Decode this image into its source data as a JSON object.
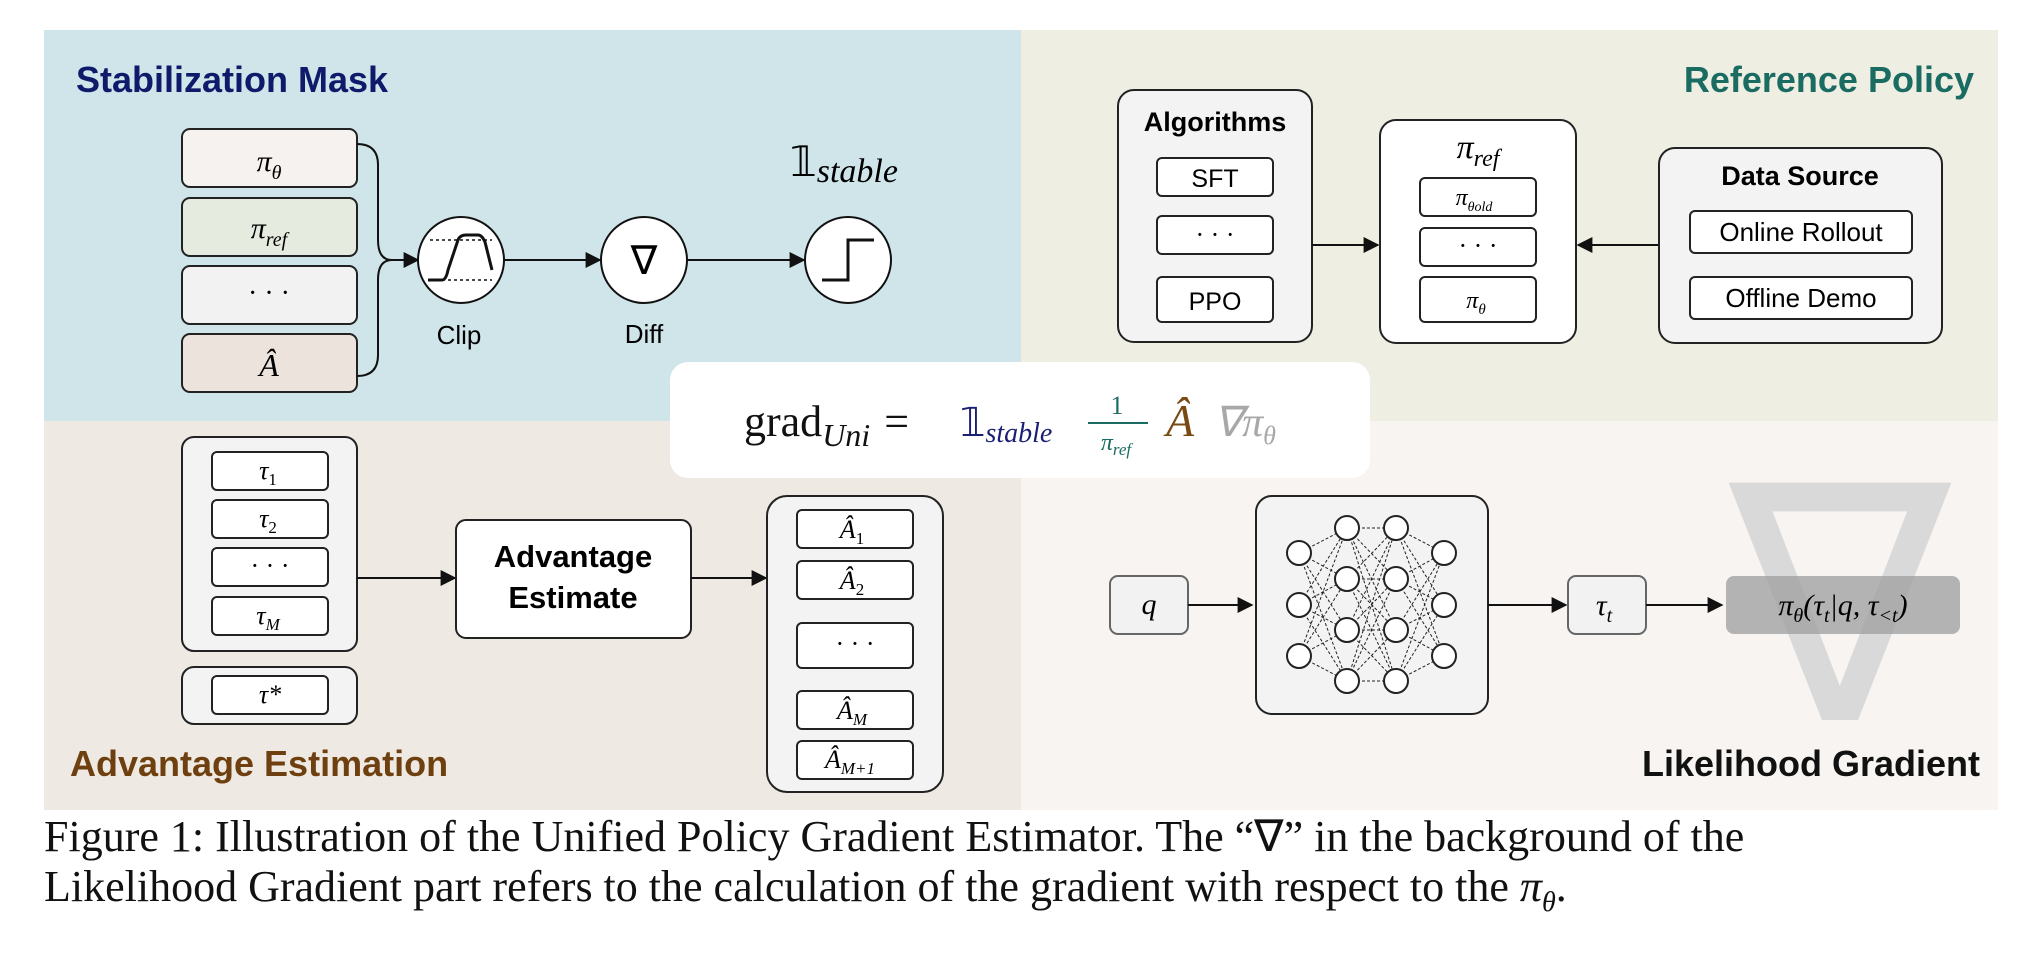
{
  "panels": {
    "stabilization": {
      "title": "Stabilization Mask",
      "inputs": [
        "π",
        "π",
        "· · ·",
        "Â"
      ],
      "input_subs": [
        "θ",
        "ref",
        "",
        ""
      ],
      "clip_label": "Clip",
      "diff_label": "Diff",
      "diff_symbol": "∇",
      "indicator": "𝟙",
      "indicator_sub": "stable"
    },
    "reference": {
      "title": "Reference Policy",
      "algorithms_title": "Algorithms",
      "algorithms": [
        "SFT",
        "· · ·",
        "PPO"
      ],
      "pi_ref_main": "π",
      "pi_ref_sub": "ref",
      "policies": [
        "π",
        "· · ·",
        "π"
      ],
      "policy_subs": [
        "θold",
        "",
        "θ"
      ],
      "data_source_title": "Data Source",
      "data_sources": [
        "Online Rollout",
        "Offline Demo"
      ]
    },
    "advantage": {
      "title": "Advantage Estimation",
      "trajectories": [
        "τ",
        "τ",
        "· · ·",
        "τ"
      ],
      "trajectory_subs": [
        "1",
        "2",
        "",
        "M"
      ],
      "optimal": "τ*",
      "estimate_label_1": "Advantage",
      "estimate_label_2": "Estimate",
      "outputs": [
        "Â",
        "Â",
        "· · ·",
        "Â",
        "Â"
      ],
      "output_subs": [
        "1",
        "2",
        "",
        "M",
        "M+1"
      ]
    },
    "likelihood": {
      "title": "Likelihood Gradient",
      "input": "q",
      "token": "τ",
      "token_sub": "t",
      "output": "π",
      "output_sub": "θ",
      "output_rest": "(τ",
      "output_sub2": "t",
      "output_rest2": "|q, τ",
      "output_sub3": "<t",
      "output_rest3": ")",
      "background_symbol": "∇"
    }
  },
  "formula": {
    "lhs": "grad",
    "lhs_sub": "Uni",
    "equals": "=",
    "indicator": "𝟙",
    "indicator_sub": "stable",
    "frac_num": "1",
    "frac_den": "π",
    "frac_den_sub": "ref",
    "adv": "Â",
    "grad": "∇π",
    "grad_sub": "θ"
  },
  "caption": {
    "line1": "Figure 1: Illustration of the Unified Policy Gradient Estimator. The “∇” in the background of the",
    "line2_prefix": "Likelihood Gradient part refers to the calculation of the gradient with respect to the ",
    "line2_math": "π",
    "line2_sub": "θ",
    "line2_suffix": "."
  },
  "colors": {
    "stabilization_bg": "#cfe5ea",
    "reference_bg": "#eeeee3",
    "advantage_bg": "#eee9e2",
    "likelihood_bg": "#f7f4f1",
    "stabilization_title": "#0f1a6a",
    "reference_title": "#1a6b62",
    "advantage_title": "#6e3f0f",
    "likelihood_title": "#111111",
    "formula_indicator": "#1a1f73",
    "formula_fraction": "#1a6b62",
    "formula_adv": "#7a4a14",
    "formula_grad": "#a8a8a8"
  }
}
